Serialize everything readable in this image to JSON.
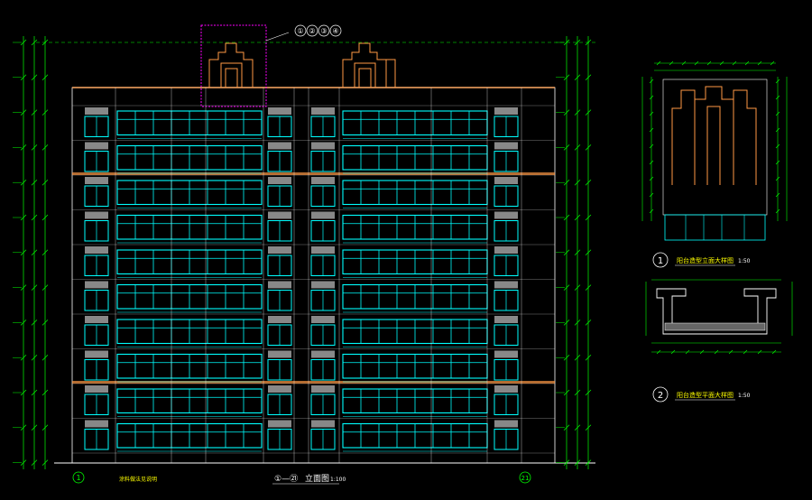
{
  "colors": {
    "background": "#000000",
    "window": "#00ffff",
    "wall": "#ffffff",
    "dimension": "#00ff00",
    "parapet": "#ff9944",
    "roof": "#ffaa66",
    "cloud": "#ff00ff",
    "label": "#ffff00",
    "band": "#888888"
  },
  "main_elevation": {
    "axis_left": "1",
    "axis_right": "21",
    "title_prefix": "①—㉑",
    "title": "立面图",
    "scale": "1:100",
    "note": "涂料做法见说明"
  },
  "details": [
    {
      "number": "1",
      "title": "阳台造型立面大样图",
      "scale": "1:50"
    },
    {
      "number": "2",
      "title": "阳台造型平面大样图",
      "scale": "1:50"
    }
  ],
  "callout": {
    "labels": [
      "①",
      "②",
      "③",
      "④"
    ]
  }
}
